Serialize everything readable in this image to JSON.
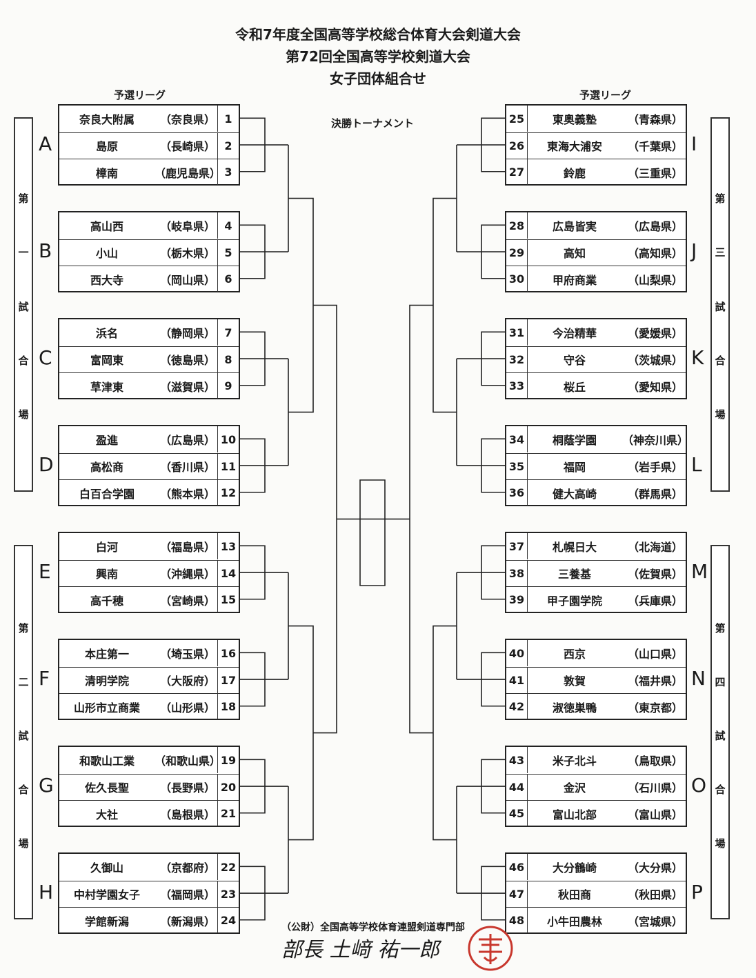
{
  "header": {
    "line1": "令和7年度全国高等学校総合体育大会剣道大会",
    "line2": "第72回全国高等学校剣道大会",
    "line3": "女子団体組合せ"
  },
  "labels": {
    "prelim_left": "予選リーグ",
    "prelim_right": "予選リーグ",
    "final": "決勝トーナメント"
  },
  "venues": [
    {
      "chars": [
        "第",
        "一",
        "試",
        "合",
        "場"
      ]
    },
    {
      "chars": [
        "第",
        "二",
        "試",
        "合",
        "場"
      ]
    },
    {
      "chars": [
        "第",
        "三",
        "試",
        "合",
        "場"
      ]
    },
    {
      "chars": [
        "第",
        "四",
        "試",
        "合",
        "場"
      ]
    }
  ],
  "groups_left": [
    {
      "letter": "A",
      "teams": [
        {
          "n": "1",
          "name": "奈良大附属",
          "pref": "（奈良県）"
        },
        {
          "n": "2",
          "name": "島原",
          "pref": "（長崎県）"
        },
        {
          "n": "3",
          "name": "樟南",
          "pref": "（鹿児島県）"
        }
      ]
    },
    {
      "letter": "B",
      "teams": [
        {
          "n": "4",
          "name": "高山西",
          "pref": "（岐阜県）"
        },
        {
          "n": "5",
          "name": "小山",
          "pref": "（栃木県）"
        },
        {
          "n": "6",
          "name": "西大寺",
          "pref": "（岡山県）"
        }
      ]
    },
    {
      "letter": "C",
      "teams": [
        {
          "n": "7",
          "name": "浜名",
          "pref": "（静岡県）"
        },
        {
          "n": "8",
          "name": "富岡東",
          "pref": "（徳島県）"
        },
        {
          "n": "9",
          "name": "草津東",
          "pref": "（滋賀県）"
        }
      ]
    },
    {
      "letter": "D",
      "teams": [
        {
          "n": "10",
          "name": "盈進",
          "pref": "（広島県）"
        },
        {
          "n": "11",
          "name": "高松商",
          "pref": "（香川県）"
        },
        {
          "n": "12",
          "name": "白百合学園",
          "pref": "（熊本県）"
        }
      ]
    },
    {
      "letter": "E",
      "teams": [
        {
          "n": "13",
          "name": "白河",
          "pref": "（福島県）"
        },
        {
          "n": "14",
          "name": "興南",
          "pref": "（沖縄県）"
        },
        {
          "n": "15",
          "name": "高千穂",
          "pref": "（宮崎県）"
        }
      ]
    },
    {
      "letter": "F",
      "teams": [
        {
          "n": "16",
          "name": "本庄第一",
          "pref": "（埼玉県）"
        },
        {
          "n": "17",
          "name": "清明学院",
          "pref": "（大阪府）"
        },
        {
          "n": "18",
          "name": "山形市立商業",
          "pref": "（山形県）"
        }
      ]
    },
    {
      "letter": "G",
      "teams": [
        {
          "n": "19",
          "name": "和歌山工業",
          "pref": "（和歌山県）"
        },
        {
          "n": "20",
          "name": "佐久長聖",
          "pref": "（長野県）"
        },
        {
          "n": "21",
          "name": "大社",
          "pref": "（島根県）"
        }
      ]
    },
    {
      "letter": "H",
      "teams": [
        {
          "n": "22",
          "name": "久御山",
          "pref": "（京都府）"
        },
        {
          "n": "23",
          "name": "中村学園女子",
          "pref": "（福岡県）"
        },
        {
          "n": "24",
          "name": "学館新潟",
          "pref": "（新潟県）"
        }
      ]
    }
  ],
  "groups_right": [
    {
      "letter": "I",
      "teams": [
        {
          "n": "25",
          "name": "東奥義塾",
          "pref": "（青森県）"
        },
        {
          "n": "26",
          "name": "東海大浦安",
          "pref": "（千葉県）"
        },
        {
          "n": "27",
          "name": "鈴鹿",
          "pref": "（三重県）"
        }
      ]
    },
    {
      "letter": "J",
      "teams": [
        {
          "n": "28",
          "name": "広島皆実",
          "pref": "（広島県）"
        },
        {
          "n": "29",
          "name": "高知",
          "pref": "（高知県）"
        },
        {
          "n": "30",
          "name": "甲府商業",
          "pref": "（山梨県）"
        }
      ]
    },
    {
      "letter": "K",
      "teams": [
        {
          "n": "31",
          "name": "今治精華",
          "pref": "（愛媛県）"
        },
        {
          "n": "32",
          "name": "守谷",
          "pref": "（茨城県）"
        },
        {
          "n": "33",
          "name": "桜丘",
          "pref": "（愛知県）"
        }
      ]
    },
    {
      "letter": "L",
      "teams": [
        {
          "n": "34",
          "name": "桐蔭学園",
          "pref": "（神奈川県）"
        },
        {
          "n": "35",
          "name": "福岡",
          "pref": "（岩手県）"
        },
        {
          "n": "36",
          "name": "健大高崎",
          "pref": "（群馬県）"
        }
      ]
    },
    {
      "letter": "M",
      "teams": [
        {
          "n": "37",
          "name": "札幌日大",
          "pref": "（北海道）"
        },
        {
          "n": "38",
          "name": "三養基",
          "pref": "（佐賀県）"
        },
        {
          "n": "39",
          "name": "甲子園学院",
          "pref": "（兵庫県）"
        }
      ]
    },
    {
      "letter": "N",
      "teams": [
        {
          "n": "40",
          "name": "西京",
          "pref": "（山口県）"
        },
        {
          "n": "41",
          "name": "敦賀",
          "pref": "（福井県）"
        },
        {
          "n": "42",
          "name": "淑徳巣鴨",
          "pref": "（東京都）"
        }
      ]
    },
    {
      "letter": "O",
      "teams": [
        {
          "n": "43",
          "name": "米子北斗",
          "pref": "（鳥取県）"
        },
        {
          "n": "44",
          "name": "金沢",
          "pref": "（石川県）"
        },
        {
          "n": "45",
          "name": "富山北部",
          "pref": "（富山県）"
        }
      ]
    },
    {
      "letter": "P",
      "teams": [
        {
          "n": "46",
          "name": "大分鶴崎",
          "pref": "（大分県）"
        },
        {
          "n": "47",
          "name": "秋田商",
          "pref": "（秋田県）"
        },
        {
          "n": "48",
          "name": "小牛田農林",
          "pref": "（宮城県）"
        }
      ]
    }
  ],
  "footer": {
    "org": "（公財）全国高等学校体育連盟剣道専門部",
    "signature": "部長 土﨑 祐一郎"
  }
}
